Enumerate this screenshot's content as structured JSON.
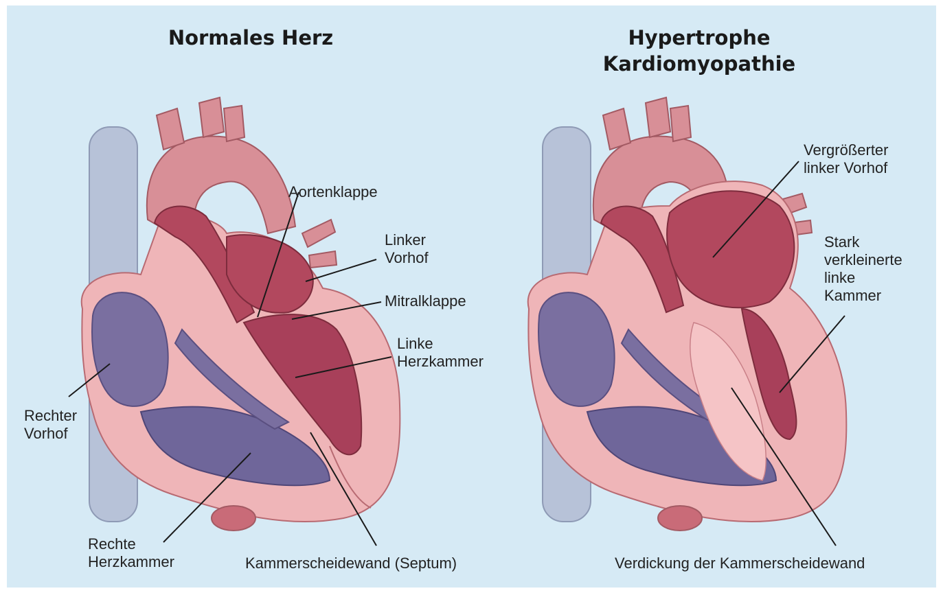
{
  "titles": {
    "left": "Normales Herz",
    "right_line1": "Hypertrophe",
    "right_line2": "Kardiomyopathie"
  },
  "labels": {
    "aortenklappe": "Aortenklappe",
    "linker_vorhof": [
      "Linker",
      "Vorhof"
    ],
    "mitralklappe": "Mitralklappe",
    "linke_herzkammer": [
      "Linke",
      "Herzkammer"
    ],
    "rechter_vorhof": [
      "Rechter",
      "Vorhof"
    ],
    "rechte_herzkammer": [
      "Rechte",
      "Herzkammer"
    ],
    "kammerscheidewand": "Kammerscheidewand (Septum)",
    "vergroesserter_vorhof": [
      "Vergrößerter",
      "linker Vorhof"
    ],
    "verkleinerte_kammer": [
      "Stark",
      "verkleinerte",
      "linke",
      "Kammer"
    ],
    "verdickung": "Verdickung der Kammerscheidewand"
  },
  "colors": {
    "background": "#d6eaf5",
    "heart_wall": "#efb5b8",
    "oxygenated_chamber": "#b2485e",
    "deoxygenated_chamber": "#7a6fa0",
    "vena_cava": "#b7c2d8"
  }
}
